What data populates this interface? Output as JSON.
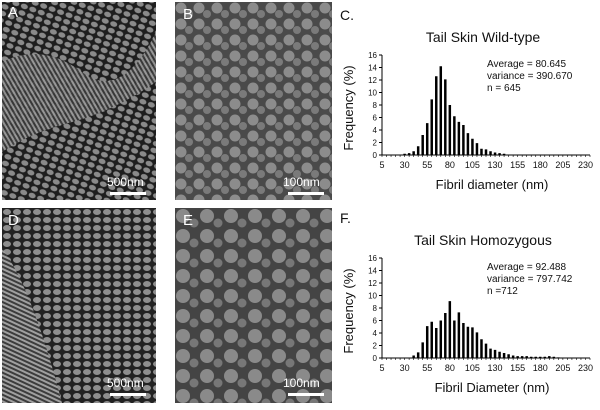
{
  "panels": {
    "a": {
      "label": "A",
      "scale": "500nm"
    },
    "b": {
      "label": "B",
      "scale": "100nm"
    },
    "d": {
      "label": "D",
      "scale": "500nm"
    },
    "e": {
      "label": "E",
      "scale": "100nm"
    }
  },
  "chart_data": [
    {
      "type": "bar",
      "panel_label": "C.",
      "title": "Tail Skin Wild-type",
      "xlabel": "Fibril diameter (nm)",
      "ylabel": "Frequency (%)",
      "ylim": [
        0,
        16
      ],
      "yticks": [
        0,
        2,
        4,
        6,
        8,
        10,
        12,
        14,
        16
      ],
      "xticks": [
        "5",
        "30",
        "55",
        "80",
        "105",
        "130",
        "155",
        "180",
        "205",
        "230"
      ],
      "xlim": [
        5,
        235
      ],
      "x": [
        30,
        35,
        40,
        45,
        50,
        55,
        60,
        65,
        70,
        75,
        80,
        85,
        90,
        95,
        100,
        105,
        110,
        115,
        120,
        125,
        130,
        135,
        140
      ],
      "values": [
        0.2,
        0.3,
        0.6,
        1.4,
        3.2,
        5.1,
        8.9,
        12.6,
        14.2,
        12.1,
        8.0,
        6.2,
        5.3,
        4.8,
        3.5,
        2.6,
        1.9,
        1.0,
        0.9,
        0.6,
        0.4,
        0.3,
        0.2
      ],
      "stats": [
        "Average = 80.645",
        "variance = 390.670",
        "n = 645"
      ]
    },
    {
      "type": "bar",
      "panel_label": "F.",
      "title": "Tail Skin Homozygous",
      "xlabel": "Fibril Diameter (nm)",
      "ylabel": "Frequency (%)",
      "ylim": [
        0,
        16
      ],
      "yticks": [
        0,
        2,
        4,
        6,
        8,
        10,
        12,
        14,
        16
      ],
      "xticks": [
        "5",
        "30",
        "55",
        "80",
        "105",
        "130",
        "155",
        "180",
        "205",
        "230"
      ],
      "xlim": [
        5,
        235
      ],
      "x": [
        40,
        45,
        50,
        55,
        60,
        65,
        70,
        75,
        80,
        85,
        90,
        95,
        100,
        105,
        110,
        115,
        120,
        125,
        130,
        135,
        140,
        145,
        150,
        155,
        160,
        165,
        170,
        175,
        180,
        185,
        190,
        195,
        200
      ],
      "values": [
        0.4,
        0.9,
        2.5,
        5.1,
        5.8,
        4.8,
        6.0,
        7.2,
        9.1,
        6.0,
        7.3,
        5.6,
        5.0,
        4.9,
        4.1,
        3.0,
        2.3,
        1.5,
        1.3,
        1.0,
        0.8,
        0.6,
        0.4,
        0.3,
        0.3,
        0.3,
        0.2,
        0.2,
        0.2,
        0.2,
        0.3,
        0.2,
        0.1
      ],
      "stats": [
        "Average = 92.488",
        "variance = 797.742",
        "n =712"
      ]
    }
  ]
}
